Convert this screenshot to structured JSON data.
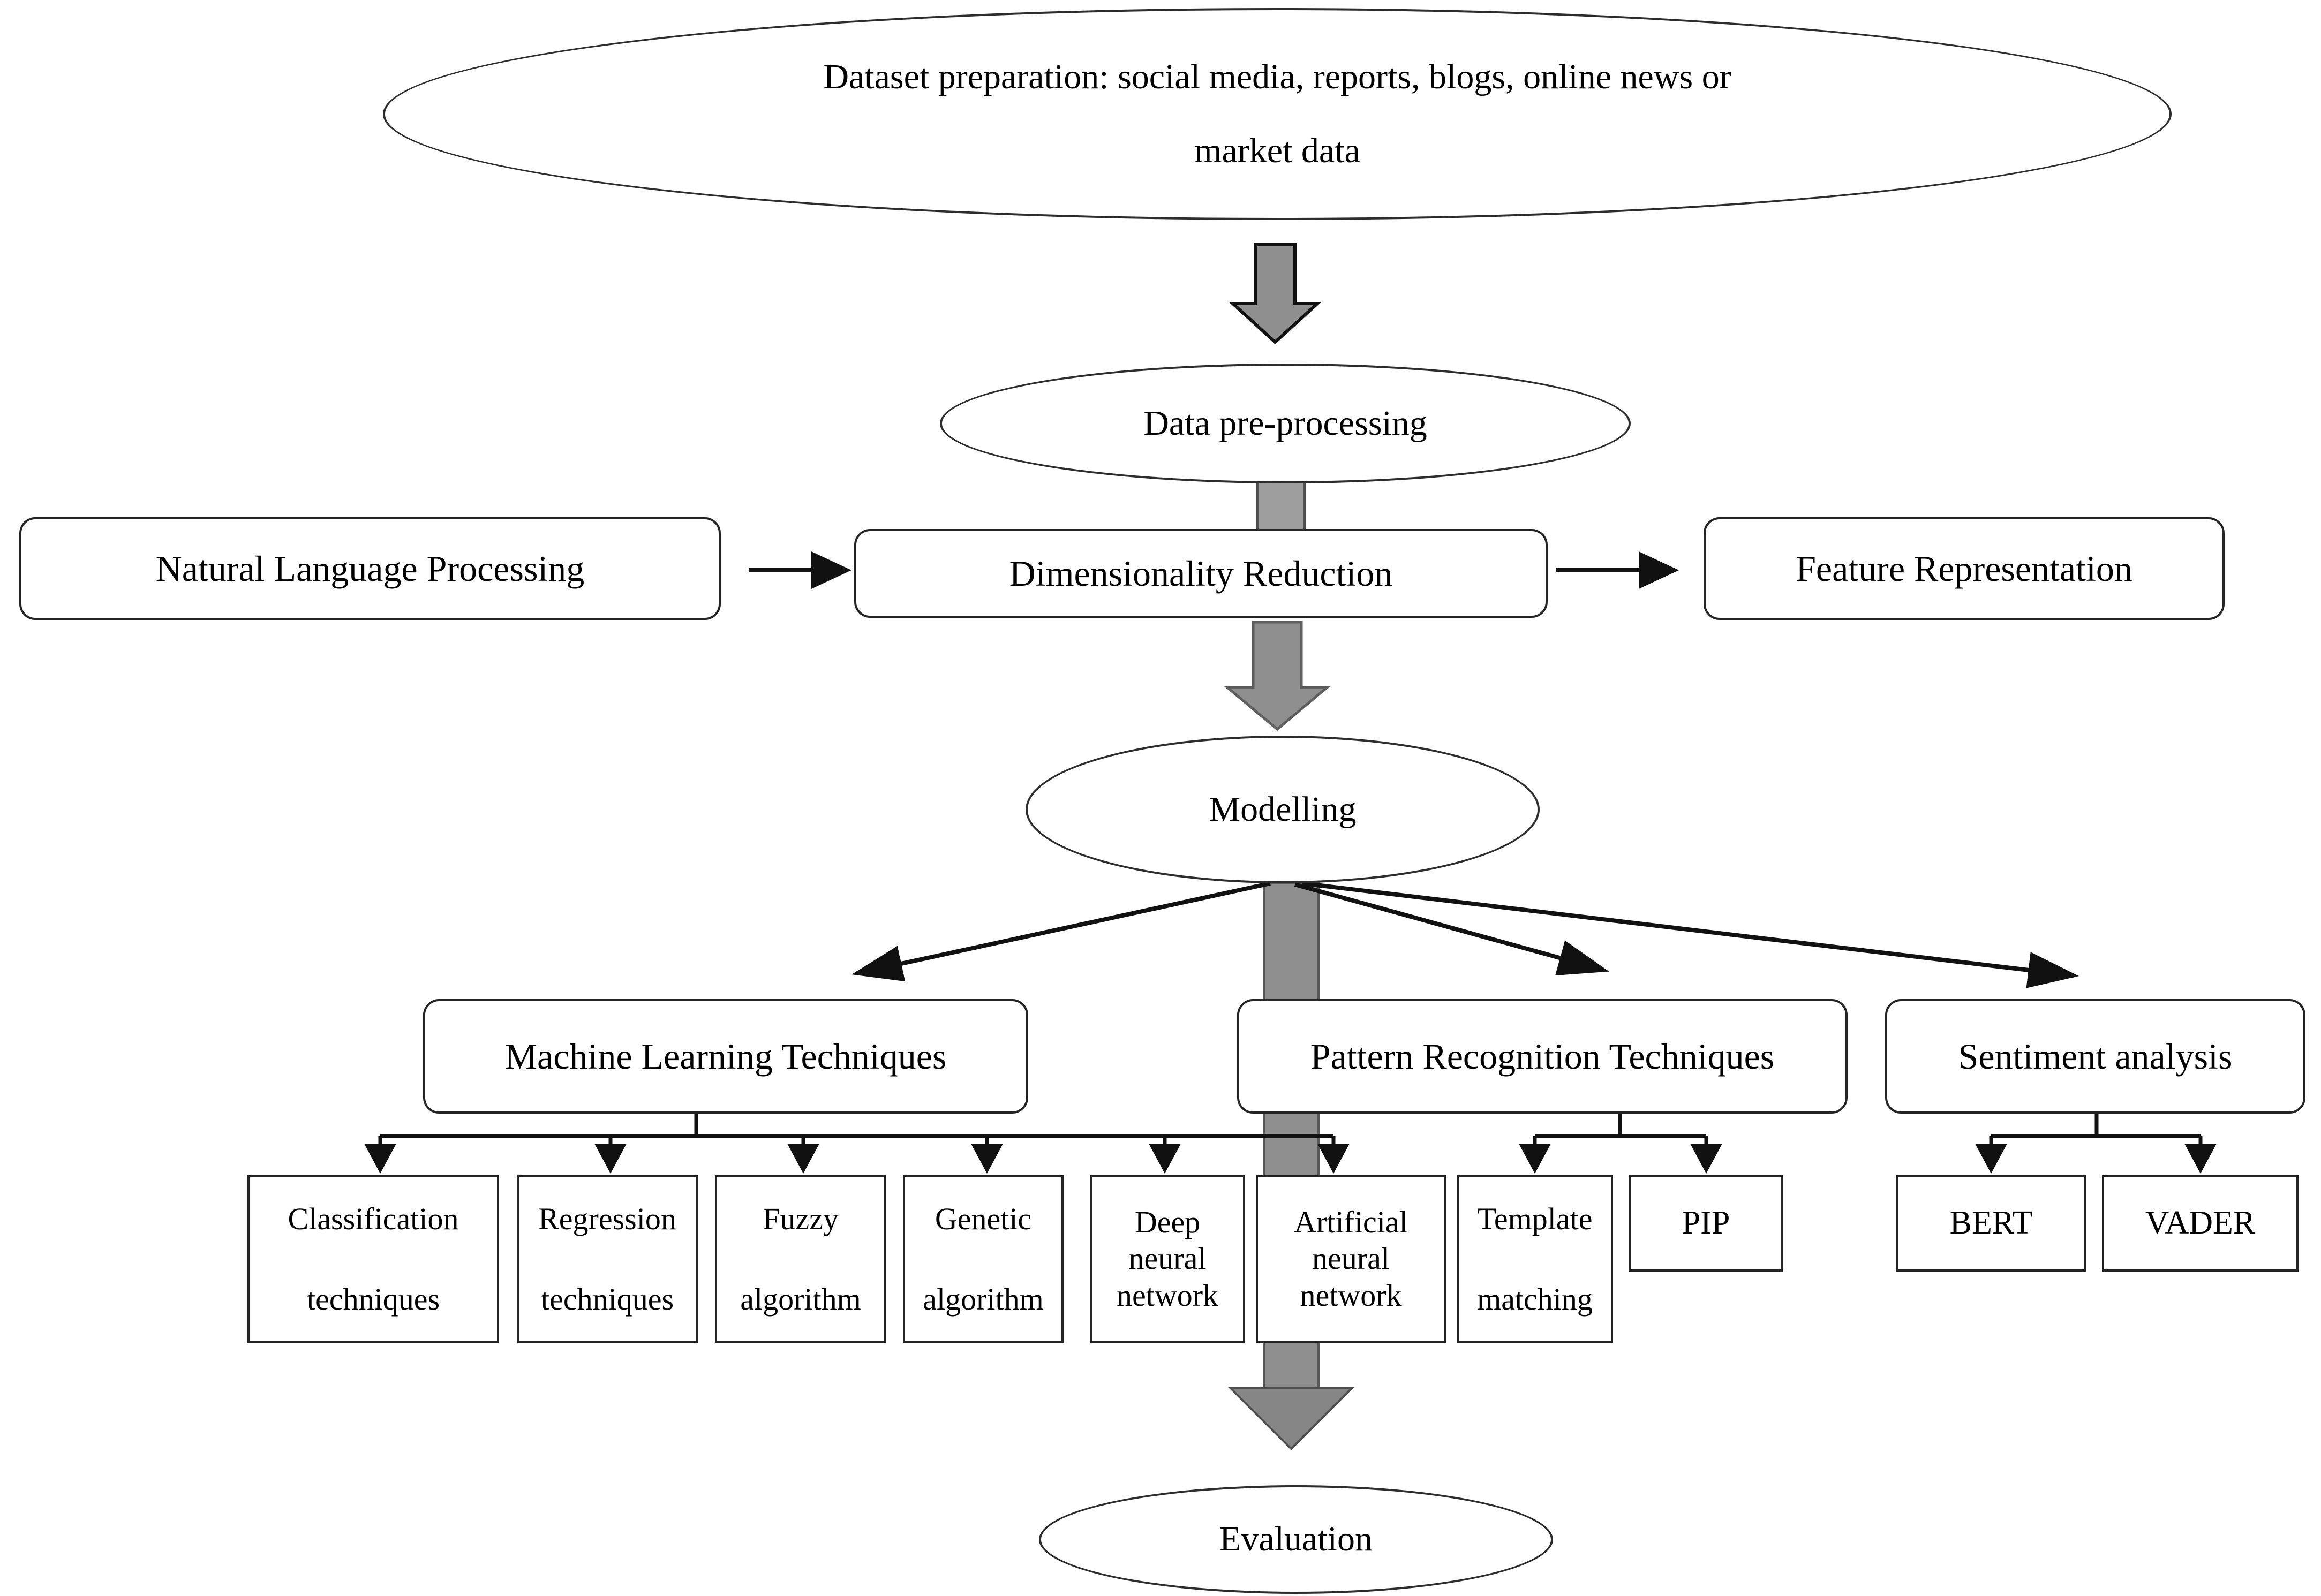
{
  "figure": {
    "type": "flowchart",
    "background": "#ffffff",
    "text_color": "#000000",
    "block_arrow_fill": "#8f8f8f",
    "band_fill": "#8f8f8f",
    "connector_color": "#111111"
  },
  "nodes": {
    "dataset_preparation": {
      "shape": "ellipse",
      "line1": "Dataset preparation: social media, reports, blogs, online news or",
      "line2": "market data"
    },
    "data_preprocessing": {
      "shape": "ellipse",
      "label": "Data pre-processing"
    },
    "natural_language_processing": {
      "shape": "rounded-box",
      "label": "Natural Language Processing"
    },
    "dimensionality_reduction": {
      "shape": "rounded-box",
      "label": "Dimensionality Reduction"
    },
    "feature_representation": {
      "shape": "rounded-box",
      "label": "Feature Representation"
    },
    "modelling": {
      "shape": "ellipse",
      "label": "Modelling"
    },
    "machine_learning_techniques": {
      "shape": "rounded-box",
      "label": "Machine Learning Techniques"
    },
    "pattern_recognition_techniques": {
      "shape": "rounded-box",
      "label": "Pattern Recognition Techniques"
    },
    "sentiment_analysis": {
      "shape": "rounded-box",
      "label": "Sentiment analysis"
    },
    "classification": {
      "shape": "box",
      "label": "Classification techniques"
    },
    "regression": {
      "shape": "box",
      "label": "Regression techniques"
    },
    "fuzzy": {
      "shape": "box",
      "label": "Fuzzy algorithm"
    },
    "genetic": {
      "shape": "box",
      "label": "Genetic algorithm"
    },
    "deep_nn": {
      "shape": "box",
      "label": "Deep neural network"
    },
    "ann": {
      "shape": "box",
      "label": "Artificial neural network"
    },
    "template_matching": {
      "shape": "box",
      "label": "Template matching"
    },
    "pip": {
      "shape": "box",
      "label": "PIP"
    },
    "bert": {
      "shape": "box",
      "label": "BERT"
    },
    "vader": {
      "shape": "box",
      "label": "VADER"
    },
    "evaluation": {
      "shape": "ellipse",
      "label": "Evaluation"
    }
  },
  "edges": [
    {
      "from": "dataset_preparation",
      "to": "data_preprocessing",
      "style": "gray-block-arrow"
    },
    {
      "from": "data_preprocessing",
      "to": "dimensionality_reduction",
      "style": "gray-connector"
    },
    {
      "from": "natural_language_processing",
      "to": "dimensionality_reduction",
      "style": "black-arrow"
    },
    {
      "from": "dimensionality_reduction",
      "to": "feature_representation",
      "style": "black-arrow"
    },
    {
      "from": "dimensionality_reduction",
      "to": "modelling",
      "style": "gray-block-arrow"
    },
    {
      "from": "modelling",
      "to": "machine_learning_techniques",
      "style": "black-arrow"
    },
    {
      "from": "modelling",
      "to": "pattern_recognition_techniques",
      "style": "black-arrow"
    },
    {
      "from": "modelling",
      "to": "sentiment_analysis",
      "style": "black-arrow"
    },
    {
      "from": "machine_learning_techniques",
      "to": "classification",
      "style": "tree-arrow"
    },
    {
      "from": "machine_learning_techniques",
      "to": "regression",
      "style": "tree-arrow"
    },
    {
      "from": "machine_learning_techniques",
      "to": "fuzzy",
      "style": "tree-arrow"
    },
    {
      "from": "machine_learning_techniques",
      "to": "genetic",
      "style": "tree-arrow"
    },
    {
      "from": "machine_learning_techniques",
      "to": "deep_nn",
      "style": "tree-arrow"
    },
    {
      "from": "machine_learning_techniques",
      "to": "ann",
      "style": "tree-arrow"
    },
    {
      "from": "pattern_recognition_techniques",
      "to": "template_matching",
      "style": "tree-arrow"
    },
    {
      "from": "pattern_recognition_techniques",
      "to": "pip",
      "style": "tree-arrow"
    },
    {
      "from": "sentiment_analysis",
      "to": "bert",
      "style": "tree-arrow"
    },
    {
      "from": "sentiment_analysis",
      "to": "vader",
      "style": "tree-arrow"
    },
    {
      "from": "modelling",
      "to": "evaluation",
      "style": "gray-block-arrow"
    }
  ]
}
